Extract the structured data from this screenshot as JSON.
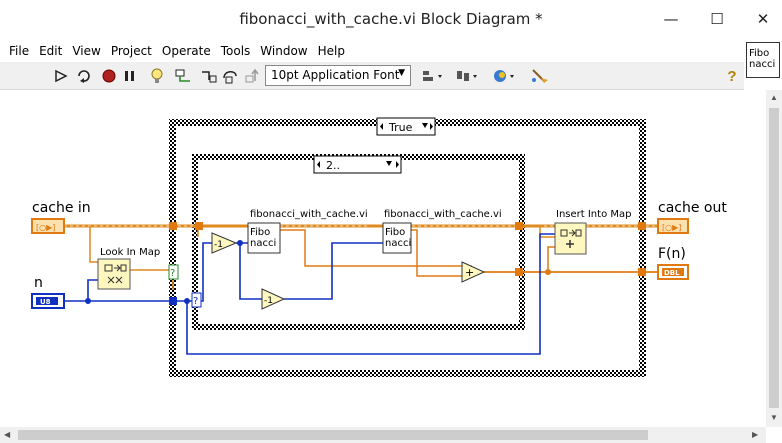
{
  "window": {
    "title": "fibonacci_with_cache.vi Block Diagram *"
  },
  "window_controls": {
    "minimize": "—",
    "maximize": "☐",
    "close": "✕"
  },
  "menu": [
    "File",
    "Edit",
    "View",
    "Project",
    "Operate",
    "Tools",
    "Window",
    "Help"
  ],
  "toolbar": {
    "font_select": "10pt Application Font",
    "help": "?"
  },
  "vi_icon": {
    "line1": "Fibo",
    "line2": "nacci"
  },
  "diagram": {
    "case_outer_selector": "True",
    "case_inner_selector": "2..",
    "terminals": {
      "cache_in": "cache in",
      "n": "n",
      "n_type": "U8",
      "cache_out": "cache out",
      "fn": "F(n)",
      "fn_type": "DBL"
    },
    "nodes": {
      "look_in_map": "Look In Map",
      "insert_into_map": "Insert Into Map",
      "subvi_label_1": "fibonacci_with_cache.vi",
      "subvi_label_2": "fibonacci_with_cache.vi",
      "subvi_icon_l1": "Fibo",
      "subvi_icon_l2": "nacci",
      "decrement_1": "-1",
      "decrement_2": "-1",
      "add": "+",
      "found_q": "?",
      "sel_q": "?"
    }
  },
  "colors": {
    "map_wire": "#e08a1e",
    "int_wire": "#1030c0",
    "dbl_wire": "#e07a10",
    "frame": "#000000"
  }
}
